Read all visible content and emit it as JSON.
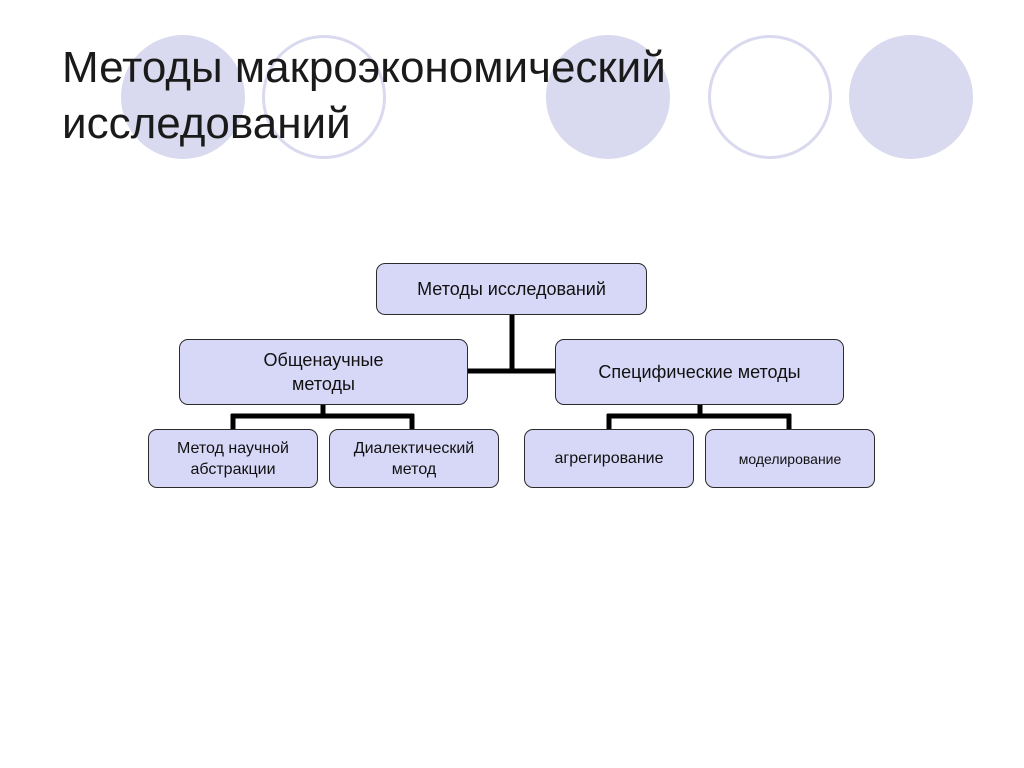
{
  "slide": {
    "title": "Методы макроэкономический\nисследований"
  },
  "diagram": {
    "root": {
      "label": "Методы исследований"
    },
    "general": {
      "label": "Общенаучные\nметоды"
    },
    "specific": {
      "label": "Специфические методы"
    },
    "general_children": [
      {
        "label": "Метод научной\nабстракции"
      },
      {
        "label": "Диалектический\nметод"
      }
    ],
    "specific_children": [
      {
        "label": "агрегирование"
      },
      {
        "label": "моделирование"
      }
    ]
  },
  "colors": {
    "box_fill": "#d7d7f7",
    "circle": "#d9d9ef",
    "connector": "#000000"
  }
}
